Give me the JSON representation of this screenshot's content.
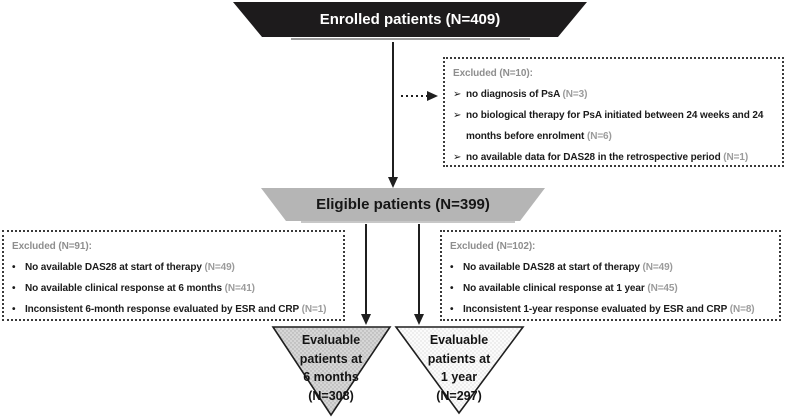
{
  "palette": {
    "node_dark_fill": "#1d1b1c",
    "node_gray_fill": "#b5b5b5",
    "muted_text": "#8e8e8e",
    "tri_6m_fill": "#d6d6d6",
    "tri_1y_fill": "#f7f7f7"
  },
  "glyphs": {
    "chevron_bullet": "➢",
    "dot_bullet": "•"
  },
  "nodes": {
    "enrolled": {
      "label": "Enrolled patients (N=409)"
    },
    "eligible": {
      "label": "Eligible patients (N=399)"
    },
    "excluded_enrollment": {
      "title": "Excluded (N=10):",
      "items": [
        {
          "text": "no diagnosis of PsA",
          "n": "(N=3)"
        },
        {
          "text": "no biological therapy for PsA initiated between 24 weeks and 24 months before enrolment",
          "n": "(N=6)"
        },
        {
          "text": "no available data for DAS28 in the retrospective period",
          "n": "(N=1)"
        }
      ]
    },
    "excluded_6m": {
      "title": "Excluded (N=91):",
      "items": [
        {
          "text": "No available DAS28 at start of therapy",
          "n": "(N=49)"
        },
        {
          "text": "No available clinical response at 6 months",
          "n": "(N=41)"
        },
        {
          "text": "Inconsistent 6-month response evaluated by ESR and CRP",
          "n": "(N=1)"
        }
      ]
    },
    "excluded_1y": {
      "title": "Excluded (N=102):",
      "items": [
        {
          "text": "No available DAS28 at start of therapy",
          "n": "(N=49)"
        },
        {
          "text": "No available clinical response at 1 year",
          "n": "(N=45)"
        },
        {
          "text": "Inconsistent 1-year response evaluated by ESR and CRP",
          "n": "(N=8)"
        }
      ]
    },
    "evaluable_6m": {
      "line1": "Evaluable",
      "line2": "patients at",
      "line3": "6 months",
      "line4": "(N=308)"
    },
    "evaluable_1y": {
      "line1": "Evaluable",
      "line2": "patients at",
      "line3": "1 year",
      "line4": "(N=297)"
    }
  }
}
